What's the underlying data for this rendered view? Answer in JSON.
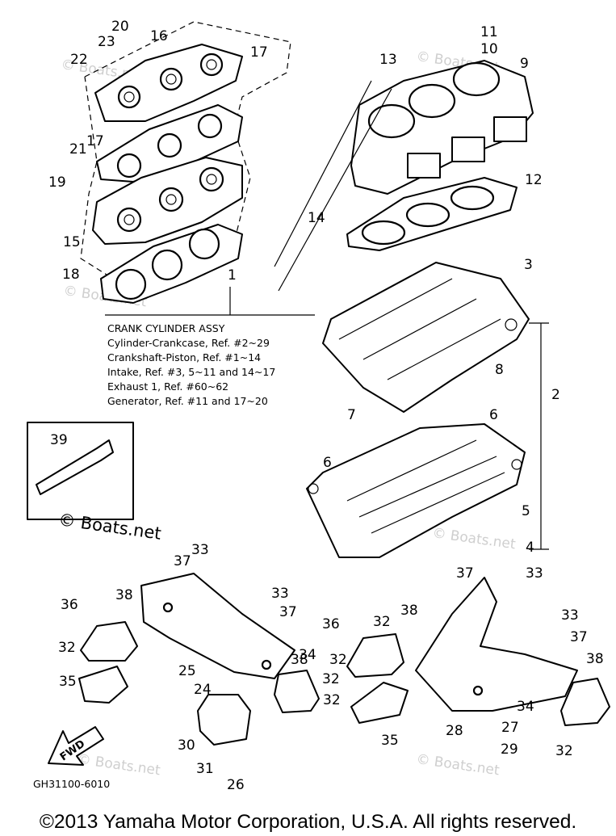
{
  "diagram": {
    "assembly_title": "CRANK CYLINDER ASSY",
    "assembly_lines": [
      "Cylinder-Crankcase, Ref. #2~29",
      "Crankshaft-Piston, Ref. #1~14",
      "Intake, Ref. #3, 5~11 and 14~17",
      "Exhaust 1, Ref. #60~62",
      "Generator, Ref. #11 and 17~20"
    ],
    "drawing_code": "GH31100-6010",
    "fwd_label": "FWD",
    "logo_watermark": "© Boats.net",
    "faint_watermark": "© Boats.net",
    "callouts": [
      {
        "id": "c1",
        "text": "1"
      },
      {
        "id": "c2",
        "text": "2"
      },
      {
        "id": "c3",
        "text": "3"
      },
      {
        "id": "c4",
        "text": "4"
      },
      {
        "id": "c5",
        "text": "5"
      },
      {
        "id": "c6a",
        "text": "6"
      },
      {
        "id": "c6b",
        "text": "6"
      },
      {
        "id": "c7",
        "text": "7"
      },
      {
        "id": "c8",
        "text": "8"
      },
      {
        "id": "c9",
        "text": "9"
      },
      {
        "id": "c10",
        "text": "10"
      },
      {
        "id": "c11",
        "text": "11"
      },
      {
        "id": "c12",
        "text": "12"
      },
      {
        "id": "c13",
        "text": "13"
      },
      {
        "id": "c14",
        "text": "14"
      },
      {
        "id": "c15",
        "text": "15"
      },
      {
        "id": "c16",
        "text": "16"
      },
      {
        "id": "c17a",
        "text": "17"
      },
      {
        "id": "c17b",
        "text": "17"
      },
      {
        "id": "c18",
        "text": "18"
      },
      {
        "id": "c19",
        "text": "19"
      },
      {
        "id": "c20",
        "text": "20"
      },
      {
        "id": "c21",
        "text": "21"
      },
      {
        "id": "c22",
        "text": "22"
      },
      {
        "id": "c23",
        "text": "23"
      },
      {
        "id": "c24",
        "text": "24"
      },
      {
        "id": "c25",
        "text": "25"
      },
      {
        "id": "c26",
        "text": "26"
      },
      {
        "id": "c27",
        "text": "27"
      },
      {
        "id": "c28",
        "text": "28"
      },
      {
        "id": "c29",
        "text": "29"
      },
      {
        "id": "c30",
        "text": "30"
      },
      {
        "id": "c31",
        "text": "31"
      },
      {
        "id": "c32a",
        "text": "32"
      },
      {
        "id": "c32b",
        "text": "32"
      },
      {
        "id": "c32c",
        "text": "32"
      },
      {
        "id": "c32d",
        "text": "32"
      },
      {
        "id": "c32e",
        "text": "32"
      },
      {
        "id": "c32f",
        "text": "32"
      },
      {
        "id": "c33a",
        "text": "33"
      },
      {
        "id": "c33b",
        "text": "33"
      },
      {
        "id": "c33c",
        "text": "33"
      },
      {
        "id": "c33d",
        "text": "33"
      },
      {
        "id": "c34a",
        "text": "34"
      },
      {
        "id": "c34b",
        "text": "34"
      },
      {
        "id": "c35a",
        "text": "35"
      },
      {
        "id": "c35b",
        "text": "35"
      },
      {
        "id": "c36a",
        "text": "36"
      },
      {
        "id": "c36b",
        "text": "36"
      },
      {
        "id": "c37a",
        "text": "37"
      },
      {
        "id": "c37b",
        "text": "37"
      },
      {
        "id": "c37c",
        "text": "37"
      },
      {
        "id": "c37d",
        "text": "37"
      },
      {
        "id": "c38a",
        "text": "38"
      },
      {
        "id": "c38b",
        "text": "38"
      },
      {
        "id": "c38c",
        "text": "38"
      },
      {
        "id": "c38d",
        "text": "38"
      },
      {
        "id": "c39",
        "text": "39"
      }
    ]
  },
  "footer": {
    "copyright": "©2013 Yamaha Motor Corporation, U.S.A. All rights reserved."
  }
}
